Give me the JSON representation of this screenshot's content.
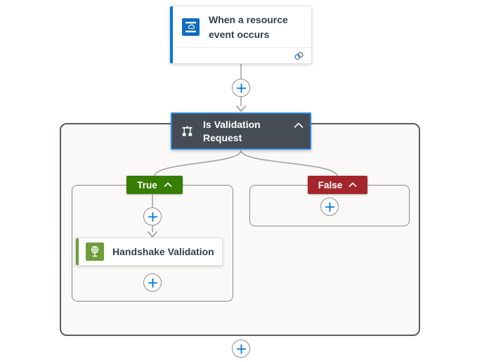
{
  "trigger_card": {
    "title": "When a resource event occurs",
    "icon": "event-grid-icon",
    "icon_bg": "#0f6cbd",
    "accent_color": "#0078d4",
    "footer_icon": "connection-link-icon"
  },
  "condition": {
    "title": "Is Validation Request",
    "icon": "condition-icon",
    "bg": "#454c55",
    "border_color": "#2b88d8",
    "collapse_icon": "chevron-up-icon"
  },
  "branches": {
    "true_branch": {
      "label": "True",
      "badge_color": "#387d04",
      "collapse_icon": "chevron-up-icon",
      "actions": [
        {
          "title": "Handshake Validation",
          "icon": "response-globe-icon",
          "icon_bg": "#6e9d3b",
          "accent_color": "#6e9d3b"
        }
      ]
    },
    "false_branch": {
      "label": "False",
      "badge_color": "#a4262c",
      "collapse_icon": "chevron-up-icon",
      "actions": []
    }
  },
  "connectors": {
    "plus_icon": "add-plus-icon",
    "plus_color": "#0078d4",
    "line_color": "#a6a4a2"
  }
}
